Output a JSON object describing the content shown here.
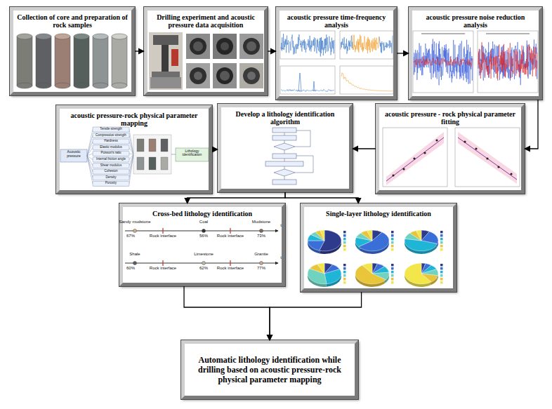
{
  "diagram": {
    "nodes": [
      {
        "text": [
          "Collection of core and preparation of rock samples"
        ]
      },
      {
        "text": [
          "Drilling experiment and acoustic pressure data acquisition"
        ]
      },
      {
        "text": [
          "acoustic pressure time-frequency analysis"
        ]
      },
      {
        "text": [
          "acoustic pressure noise reduction analysis"
        ]
      },
      {
        "text": [
          "acoustic pressure-rock physical parameter mapping"
        ]
      },
      {
        "text": [
          "Develop a lithology identification algorithm"
        ]
      },
      {
        "text": [
          "acoustic pressure - rock physical parameter fitting"
        ]
      },
      {
        "text": [
          "Cross-bed lithology identification"
        ]
      },
      {
        "text": [
          "Single-layer lithology identification"
        ]
      },
      {
        "text": [
          "Automatic lithology identification while drilling based on acoustic pressure-rock physical parameter mapping"
        ]
      }
    ],
    "edges": [
      {
        "from": 0,
        "to": 1,
        "arrow": "to"
      },
      {
        "from": 1,
        "to": 2,
        "arrow": "to"
      },
      {
        "from": 2,
        "to": 3,
        "arrow": "to"
      },
      {
        "from": 3,
        "to": 6,
        "arrow": "to"
      },
      {
        "from": 6,
        "to": 5,
        "arrow": "to"
      },
      {
        "from": 4,
        "to": 5,
        "arrow": "to"
      },
      {
        "from": 5,
        "to": 7,
        "arrow": "to"
      },
      {
        "from": 5,
        "to": 8,
        "arrow": "to"
      },
      {
        "from": 7,
        "to": 9,
        "arrow": "to"
      },
      {
        "from": 8,
        "to": 9,
        "arrow": "to"
      }
    ],
    "labels": [
      "Acoustic pressure",
      "Tensile strength",
      "Compressive strength",
      "Hardness",
      "Elastic modulus",
      "Poisson's ratio",
      "Internal friction angle",
      "Shear modulus",
      "Cohesion",
      "Density",
      "Porosity",
      "Lithology identification",
      "Sandy mudstone",
      "Coal",
      "Mudstone",
      "67%",
      "Rock interface",
      "56%",
      "Rock interface",
      "73%",
      "t",
      "Shale",
      "Limestone",
      "Granite",
      "60%",
      "Rock interface",
      "62%",
      "Rock interface",
      "77%",
      "t"
    ]
  }
}
